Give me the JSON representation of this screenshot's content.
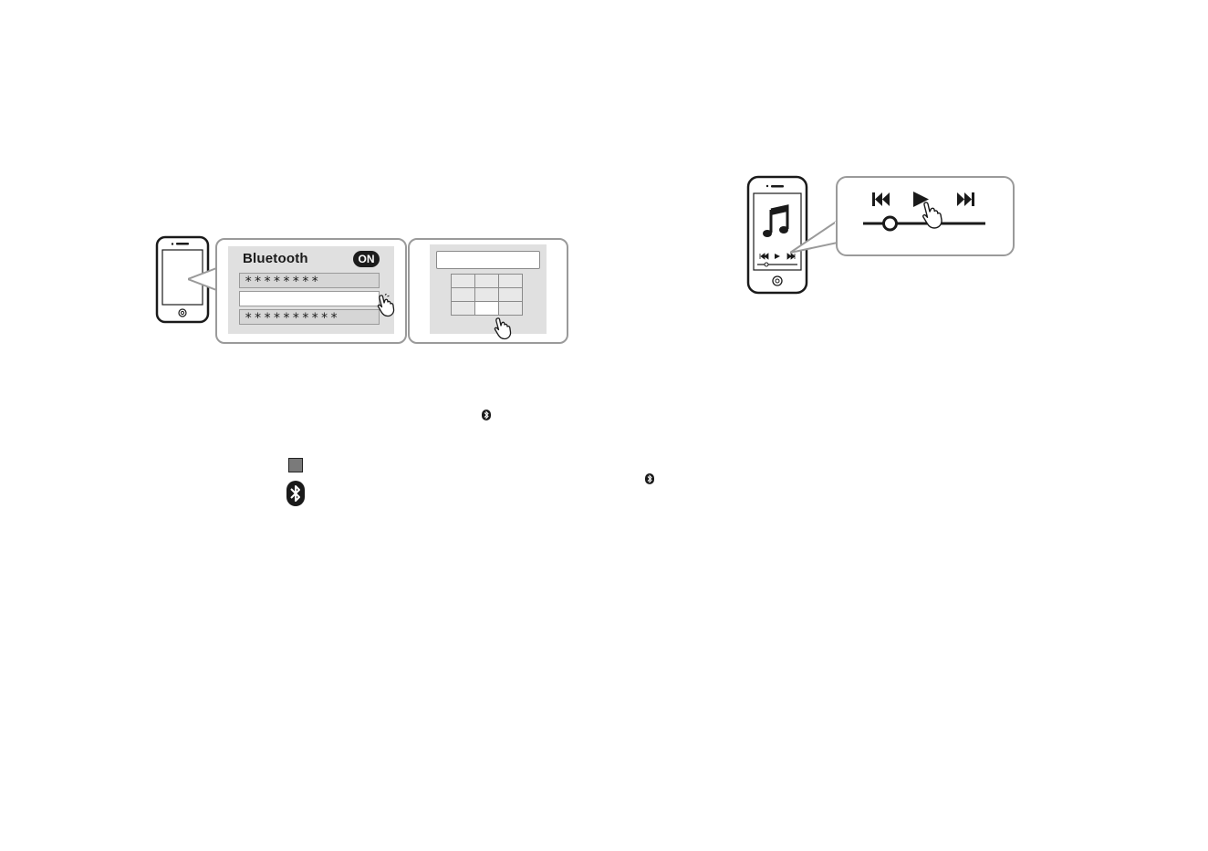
{
  "pairing": {
    "settings_title": "Bluetooth",
    "toggle_state": "ON",
    "devices": [
      "********",
      "",
      "**********"
    ]
  },
  "icons": {
    "bluetooth": "bluetooth-icon",
    "stop_square": "square-icon",
    "music_note": "music-note-icon",
    "previous": "skip-previous-icon",
    "play": "play-icon",
    "next": "skip-next-icon",
    "hand_pointer": "hand-pointer-icon"
  },
  "playback": {
    "progress_fraction": 0.22
  },
  "colors": {
    "panel_border": "#9a9a9a",
    "screen_gray": "#e0e0e0",
    "ink": "#1a1a1a"
  }
}
